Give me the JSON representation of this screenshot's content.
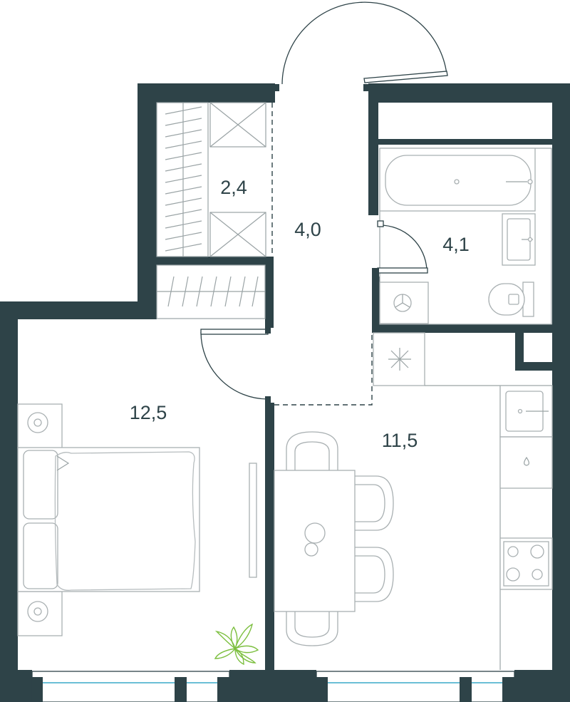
{
  "plan": {
    "colors": {
      "wall": "#2e4348",
      "furniture_line": "#a9b0b2",
      "window_glass": "#6bbfd6",
      "plant": "#7cbf3f",
      "background": "#ffffff"
    },
    "rooms": [
      {
        "id": "storage",
        "area": "2,4"
      },
      {
        "id": "hallway",
        "area": "4,0"
      },
      {
        "id": "bathroom",
        "area": "4,1"
      },
      {
        "id": "bedroom",
        "area": "12,5"
      },
      {
        "id": "kitchen-living",
        "area": "11,5"
      }
    ]
  }
}
